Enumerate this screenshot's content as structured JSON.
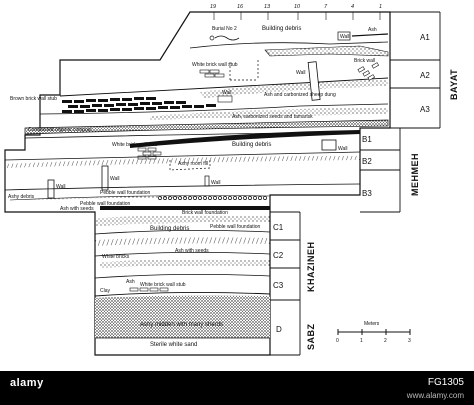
{
  "section_numbers": [
    "19",
    "16",
    "13",
    "10",
    "7",
    "4",
    "1"
  ],
  "periods": {
    "bayat": "BAYAT",
    "mehmeh": "MEHMEH",
    "khazineh": "KHAZINEH",
    "sabz": "SABZ"
  },
  "phases": {
    "a1": "A1",
    "a2": "A2",
    "a3": "A3",
    "b1": "B1",
    "b2": "B2",
    "b3": "B3",
    "c1": "C1",
    "c2": "C2",
    "c3": "C3",
    "d": "D"
  },
  "labels": {
    "burial": "Burial No 2",
    "building_debris_top": "Building debris",
    "wall_a1": "Wall",
    "ash_a1": "Ash",
    "brick_wall": "Brick wall",
    "wall_a2": "Wall",
    "white_brick_stub": "White brick wall stub",
    "brown_brick_stub": "Brown brick wall stub",
    "wall_a3": "Wall",
    "ash_carbonized": "Ash and carbonized sheep dung",
    "ash_carbonized_seeds": "Ash, carbonized seeds and tamarisk",
    "composted_compost": "Composted organic compost",
    "white_brick_stub_2": "White brick wall stub",
    "building_debris_mid": "Building debris",
    "wall_b1": "Wall",
    "ashy_room_fill": "Ashy room fill",
    "wall_b2": "Wall",
    "wall_b2b": "Wall",
    "wall_b3": "Wall",
    "pebble_wall_foundation": "Pebble wall foundation",
    "ashy_debris": "Ashy debris",
    "pebble_wall_foundation_2": "Pebble wall foundation",
    "ash_with_seeds": "Ash with seeds",
    "brick_wall_foundation": "Brick wall foundation",
    "building_debris_c": "Building debris",
    "pebble_wall_foundation_c": "Pebble wall foundation",
    "ash_with_seeds_c": "Ash with seeds",
    "white_bricks": "White bricks",
    "ash_c3": "Ash",
    "clay": "Clay",
    "white_brick_stub_c3": "White brick wall stub",
    "ashy_midden": "Ashy midden with many sherds",
    "sterile_sand": "Sterile white sand"
  },
  "scale": {
    "title": "Meters",
    "ticks": [
      "0",
      "1",
      "2",
      "3"
    ]
  },
  "footer": {
    "alamy": "alamy",
    "image_id": "FG1305",
    "url": "www.alamy.com"
  }
}
